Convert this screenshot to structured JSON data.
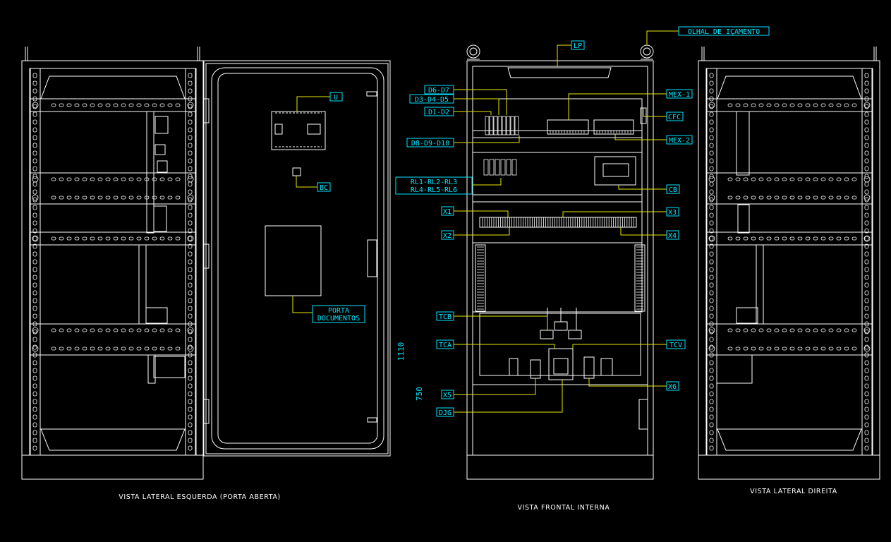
{
  "colors": {
    "background": "#000000",
    "outline": "#ffffff",
    "leader": "#e8e800",
    "tag": "#00e5ff",
    "dashed": "#ff3030"
  },
  "views": {
    "left": "VISTA LATERAL ESQUERDA (PORTA ABERTA)",
    "front": "VISTA FRONTAL INTERNA",
    "right": "VISTA LATERAL DIREITA"
  },
  "dims": {
    "height_total": "1110",
    "height_mid": "750"
  },
  "labels": {
    "u": "U",
    "bc": "BC",
    "porta_1": "PORTA",
    "porta_2": "DOCUMENTOS",
    "lp": "LP",
    "olhal": "OLHAL DE IÇAMENTO",
    "d6d7": "D6-D7",
    "d3d5": "D3-D4-D5",
    "d1d2": "D1-D2",
    "d8d10": "D8-D9-D10",
    "rl1": "RL1-RL2-RL3",
    "rl4": "RL4-RL5-RL6",
    "x1": "X1",
    "x2": "X2",
    "x3": "X3",
    "x4": "X4",
    "mex1": "MEX-1",
    "cfc": "CFC",
    "mex2": "MEX-2",
    "cb": "CB",
    "tcb": "TCB",
    "tca": "TCA",
    "tcv": "TCV",
    "x5": "X5",
    "x6": "X6",
    "djg": "DJG"
  }
}
